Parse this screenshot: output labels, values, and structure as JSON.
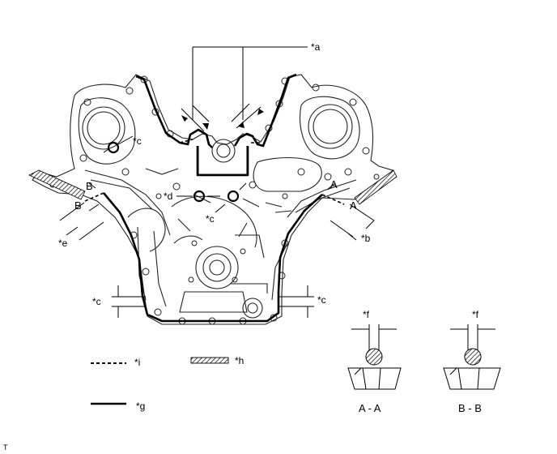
{
  "callouts": {
    "a": "*a",
    "b": "*b",
    "c": "*c",
    "d": "*d",
    "e": "*e",
    "f": "*f",
    "g": "*g",
    "h": "*h",
    "i": "*i"
  },
  "section_marks": {
    "a": "A",
    "b": "B"
  },
  "sections": {
    "aa": "A - A",
    "bb": "B - B"
  },
  "legend": {
    "dashed": "*i",
    "hatched": "*h",
    "solid": "*g"
  },
  "corner_mark": "T"
}
